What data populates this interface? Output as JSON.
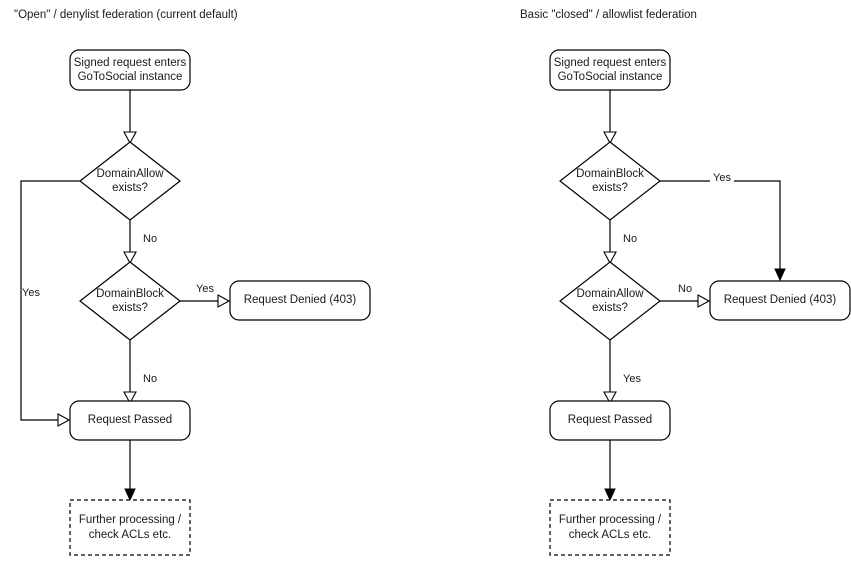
{
  "panels": [
    {
      "id": "open-denylist",
      "title": "\"Open\" / denylist federation (current default)",
      "nodes": {
        "start": "Signed request enters\nGoToSocial instance",
        "decision1": "DomainAllow\nexists?",
        "decision2": "DomainBlock\nexists?",
        "denied": "Request Denied (403)",
        "passed": "Request Passed",
        "further": "Further processing /\ncheck ACLs etc."
      },
      "edge_labels": {
        "allow_yes": "Yes",
        "allow_no": "No",
        "block_yes": "Yes",
        "block_no": "No"
      }
    },
    {
      "id": "closed-allowlist",
      "title": "Basic \"closed\" / allowlist federation",
      "nodes": {
        "start": "Signed request enters\nGoToSocial instance",
        "decision1": "DomainBlock\nexists?",
        "decision2": "DomainAllow\nexists?",
        "denied": "Request Denied (403)",
        "passed": "Request Passed",
        "further": "Further processing /\ncheck ACLs etc."
      },
      "edge_labels": {
        "block_yes": "Yes",
        "block_no": "No",
        "allow_no": "No",
        "allow_yes": "Yes"
      }
    }
  ],
  "colors": {
    "stroke": "#000000",
    "fill": "#ffffff",
    "text": "#1a1a1a",
    "background": "#ffffff"
  }
}
